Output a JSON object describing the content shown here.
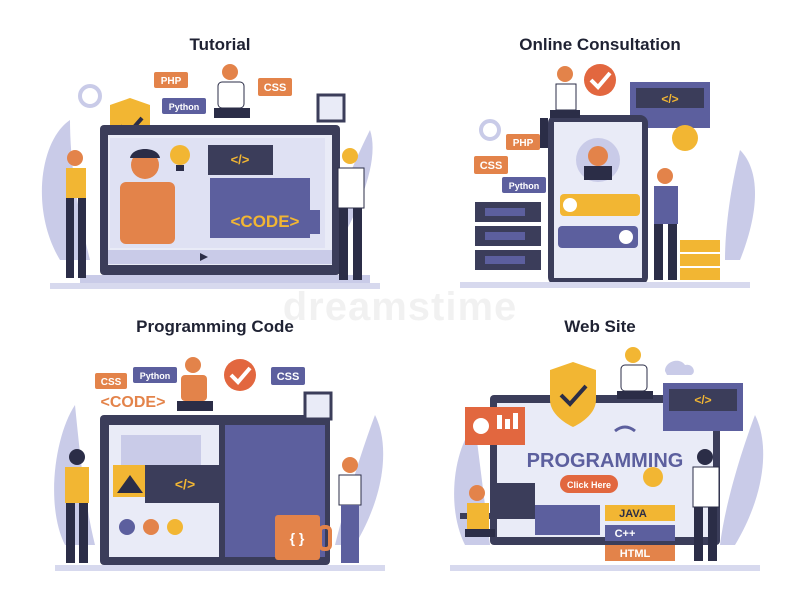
{
  "titles": {
    "tutorial": "Tutorial",
    "online_consultation": "Online Consultation",
    "programming_code": "Programming Code",
    "web_site": "Web Site"
  },
  "tags": {
    "php": "PHP",
    "css": "CSS",
    "python": "Python",
    "code": "<CODE>",
    "html_tag": "</>",
    "java": "JAVA",
    "cpp": "C++",
    "html": "HTML",
    "programming": "PROGRAMMING",
    "click_here": "Click Here",
    "braces": "{ }"
  },
  "watermark": "dreamstime",
  "colors": {
    "navy": "#2b2d47",
    "purple": "#5c5f9e",
    "lavender": "#c9cbe8",
    "orange": "#e3834a",
    "gold": "#f2b633",
    "red": "#e2673f",
    "screen": "#e9ebf7",
    "dark_screen": "#3b3d5a"
  }
}
